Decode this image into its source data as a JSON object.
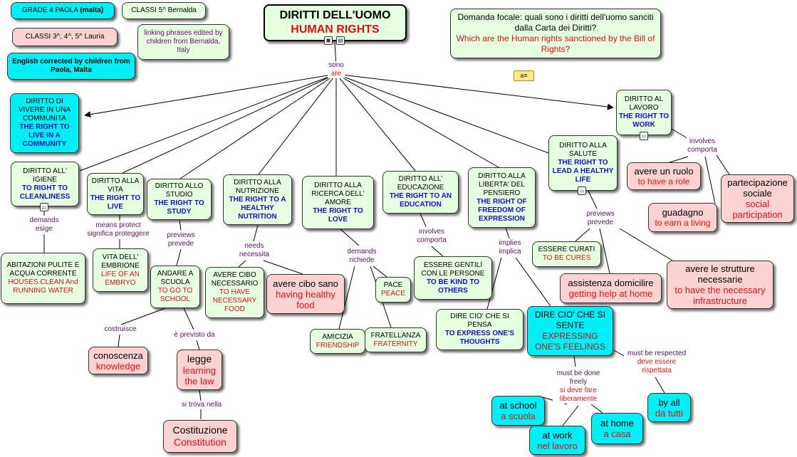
{
  "header": {
    "grade": "GRADE 4 PAOLA",
    "grade_bold": "(malta)",
    "classi5": "CLASSI 5^ Bernalda",
    "classi345": "CLASSI 3^, 4^, 5^ Lauria",
    "linking": "linking phrases edited by children from Bernalda,  Italy",
    "english": "English corrected by children from Paola,  Malta"
  },
  "title": {
    "it": "DIRITTI DELL'UOMO",
    "en": "HUMAN RIGHTS"
  },
  "focus": {
    "it": "Domanda focale: quali sono i diritti dell'uomo sanciti dalla Carta dei Diritti?",
    "en": "Which are the Human rights sanctioned by the Bill of Rights?"
  },
  "root_link": {
    "it": "sono",
    "en": "are"
  },
  "rights": {
    "community": {
      "it": "DIRITTO DI VIVERE IN UNA COMMUNITA",
      "en": "THE RIGHT TO LIVE IN A COMMUNITY"
    },
    "work": {
      "it": "DIRITTO AL LAVORO",
      "en": "THE RIGHT TO WORK"
    },
    "hygiene": {
      "it": "DIRITTO ALL' IGIENE",
      "en": "TO RIGHT TO CLEANLINESS"
    },
    "life": {
      "it": "DIRITTO ALLA VITA",
      "en": "THE RIGHT TO  LIVE"
    },
    "study": {
      "it": "DIRITTO ALLO STUDIO",
      "en": "THE RIGHT TO STUDY"
    },
    "nutrition": {
      "it": "DIRITTO ALLA NUTRIZIONE",
      "en": "THE RIGHT TO A HEALTHY NUTRITION"
    },
    "love": {
      "it": "DIRITTO ALLA RICERCA DELL' AMORE",
      "en": "THE RIGHT TO LOVE"
    },
    "education": {
      "it": "DIRITTO ALL' EDUCAZIONE",
      "en": "THE RIGHT TO AN EDUCATION"
    },
    "thought": {
      "it": "DIRITTO ALLA LIBERTA' DEL PENSIERO",
      "en": "THE RIGHT OF FREEDOM OF EXPRESSION"
    },
    "health": {
      "it": "DIRITTO ALLA SALUTE",
      "en": "THE RIGHT TO LEAD A HEALTHY LIFE"
    }
  },
  "concepts": {
    "abitazioni": {
      "it": "ABITAZIONI PULITE E ACQUA CORRENTE",
      "en": "HOUSES CLEAN And RUNNING WATER"
    },
    "vita": {
      "it": "VITA DELL' EMBRIONE",
      "en": "LIFE OF AN EMBRYO"
    },
    "andare": {
      "it": "ANDARE A SCUOLA",
      "en": "TO GO TO SCHOOL"
    },
    "conoscenza": {
      "it": "conoscenza",
      "en": "knowledge"
    },
    "legge": {
      "it": "legge",
      "en": "learning the law"
    },
    "costituzione": {
      "it": "Costituzione",
      "en": "Constitution"
    },
    "cibo": {
      "it": "AVERE CIBO NECESSARIO",
      "en": "TO HAVE NECESSARY FOOD"
    },
    "cibosano": {
      "it": "avere cibo sano",
      "en": "having healthy food"
    },
    "amicizia": {
      "it": "AMICIZIA",
      "en": "FRIENDSHIP"
    },
    "fratellanza": {
      "it": "FRATELLANZA",
      "en": "FRATERNITY"
    },
    "pace": {
      "it": "PACE",
      "en": "PEACE"
    },
    "gentili": {
      "it": "ESSERE GENTILI CON LE PERSONE",
      "en": "TO BE KIND TO OTHERS"
    },
    "pensa": {
      "it": "DIRE CIO' CHE SI PENSA",
      "en": "TO EXPRESS ONE'S THOUGHTS"
    },
    "sente": {
      "it": "DIRE CIO' CHE SI SENTE",
      "en": "EXPRESSING ONE'S FEELINGS"
    },
    "school": {
      "en": "at school",
      "it": "a scuola"
    },
    "workp": {
      "en": "at work",
      "it": "nel lavoro"
    },
    "home": {
      "en": "at home",
      "it": "a casa"
    },
    "byall": {
      "en": "by all",
      "it": "da tutti"
    },
    "curati": {
      "it": "ESSERE CURATI",
      "en": "TO BE CURES"
    },
    "assistenza": {
      "it": "assistenza domicilire",
      "en": "getting help at home"
    },
    "strutture": {
      "it": "avere le strutture necessarie",
      "en": "to have the necessary infrastructure"
    },
    "ruolo": {
      "it": "avere un ruolo",
      "en": "to have a role"
    },
    "guadagno": {
      "it": "guadagno",
      "en": "to earn a living"
    },
    "partecipazione": {
      "it": "partecipazione sociale",
      "en": "social participation"
    }
  },
  "links": {
    "demands1": {
      "en": "demands",
      "it": "esige"
    },
    "means": {
      "en": "means protect",
      "it": "significa proteggere"
    },
    "previews1": {
      "en": "previews",
      "it": "prevede"
    },
    "costruisce": {
      "it": "costruisce"
    },
    "eprevisto": {
      "it": "è previsto da"
    },
    "sitrova": {
      "it": "si trova nella"
    },
    "needs": {
      "en": "needs",
      "it": "necessita"
    },
    "demands2": {
      "en": "demands",
      "it": "richiede"
    },
    "involves1": {
      "en": "involves",
      "it": "comporta"
    },
    "implies": {
      "en": "implies",
      "it": "implica"
    },
    "mustdone": {
      "en": "must be done freely",
      "it": "si deve fare liberamente"
    },
    "mustresp": {
      "en": "must be respected",
      "it": "deve essere rispettata"
    },
    "previews2": {
      "en": "previews",
      "it": "prevede"
    },
    "involves2": {
      "en": "involves",
      "it": "comporta"
    }
  },
  "colors": {
    "node_green": "#e6ffe0",
    "node_cyan": "#00f0f8",
    "node_pink": "#fdd2d2",
    "link_text": "#5a1060",
    "english_red": "#e01010",
    "english_blue": "#1010c8"
  }
}
